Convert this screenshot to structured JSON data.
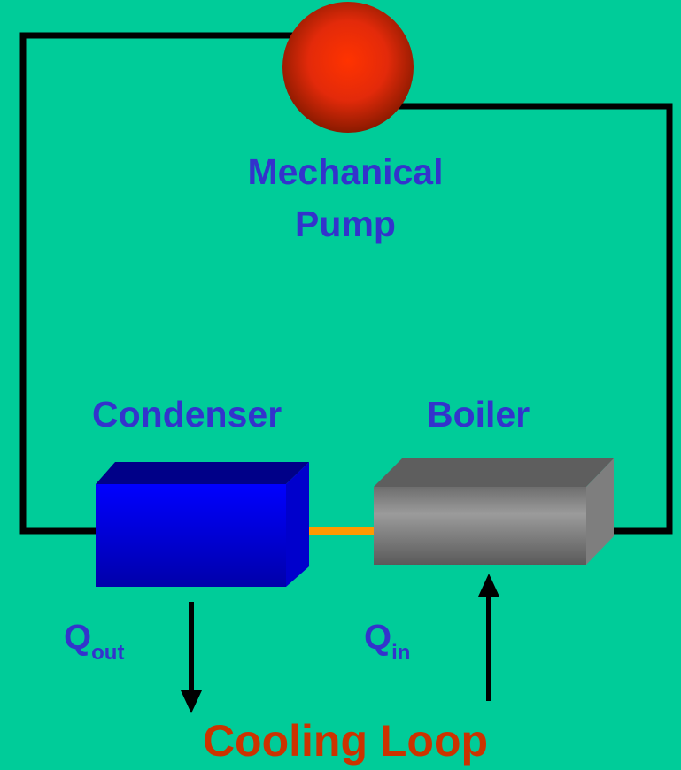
{
  "pump": {
    "line1": "Mechanical",
    "line2": "Pump"
  },
  "condenser": {
    "label": "Condenser"
  },
  "boiler": {
    "label": "Boiler"
  },
  "q_out": {
    "base": "Q",
    "sub": "out"
  },
  "q_in": {
    "base": "Q",
    "sub": "in"
  },
  "cooling_loop": {
    "label": "Cooling Loop"
  },
  "colors": {
    "background": "#00cc99",
    "pipe": "#000000",
    "label_blue": "#3333cc",
    "label_red": "#cc3300",
    "condenser": "#0000ee",
    "boiler": "#888888",
    "pump": "#ee3311",
    "connector": "#ff9900"
  }
}
